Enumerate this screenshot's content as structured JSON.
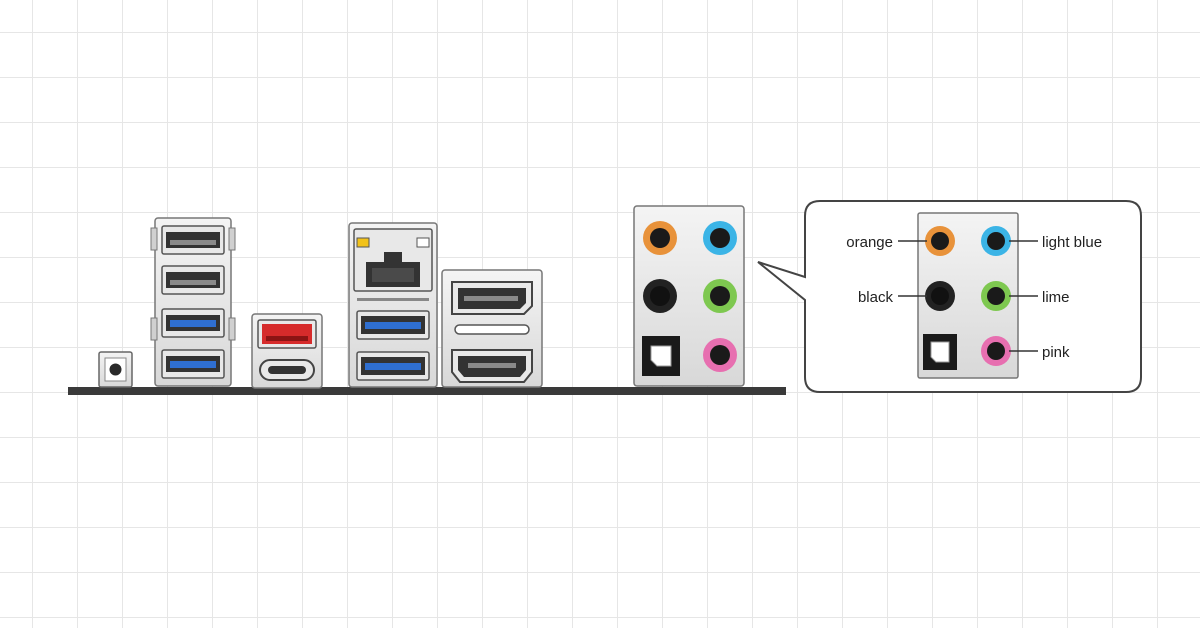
{
  "labels": {
    "orange": "orange",
    "black": "black",
    "light_blue": "light blue",
    "lime": "lime",
    "pink": "pink"
  },
  "colors": {
    "orange": "#e8923a",
    "light_blue": "#3bb4e6",
    "black": "#222222",
    "lime": "#7ec850",
    "pink": "#e76fb0",
    "usb3_blue": "#2f6fd1",
    "usb_red": "#d62b2b",
    "led_yellow": "#f2c21a",
    "panel_gray": "#e2e2e2",
    "board": "#3a3a3a"
  },
  "icons": {
    "button": "clr-cmos-button-icon",
    "usb2": "usb2-port-icon",
    "usb3": "usb3-port-icon",
    "usb_red": "usb-a-red-port-icon",
    "usb_c": "usb-c-port-icon",
    "lan": "rj45-lan-port-icon",
    "displayport": "displayport-icon",
    "hdmi": "hdmi-port-icon",
    "optical": "optical-spdif-icon",
    "audio_jack": "audio-jack-icon"
  }
}
